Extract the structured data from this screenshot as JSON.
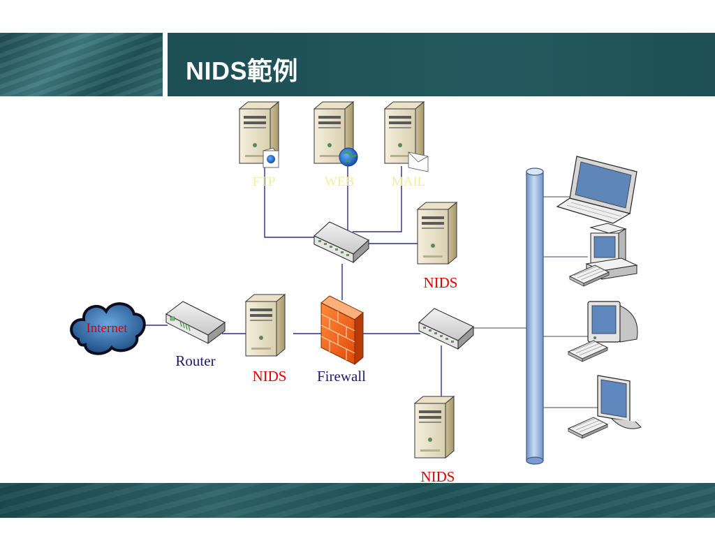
{
  "slide": {
    "title": "NIDS範例"
  },
  "diagram": {
    "labels": {
      "ftp": "FTP",
      "web": "WEB",
      "mail": "MAIL",
      "internet": "Internet",
      "router": "Router",
      "nids_edge": "NIDS",
      "firewall": "Firewall",
      "nids_dmz": "NIDS",
      "nids_internal": "NIDS"
    },
    "colors": {
      "link": "#2a2f8f",
      "nids_text": "#e00000",
      "device_text": "#1a1a6e",
      "server_text": "#f3ee9a",
      "backbone": "#a9c6e8"
    }
  }
}
